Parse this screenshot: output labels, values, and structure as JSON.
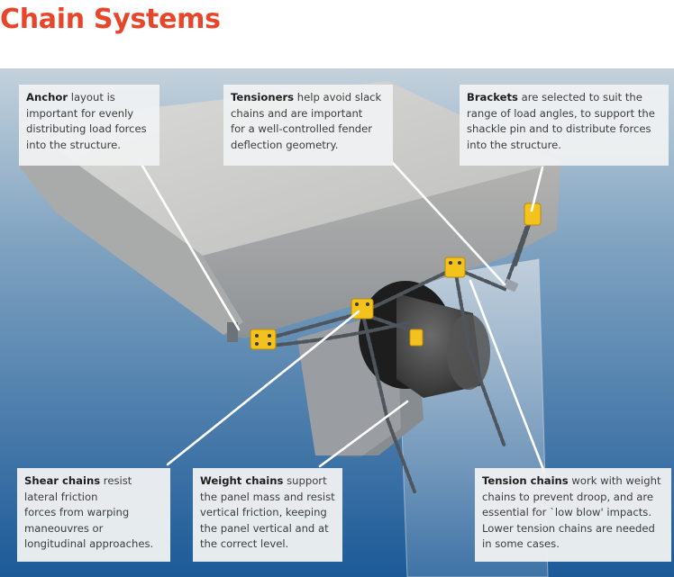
{
  "title": "Chain Systems",
  "colors": {
    "title": "#e8462a",
    "background_top": "#b9cad6",
    "background_bottom": "#1f5f9c",
    "concrete": "#c7c7c5",
    "bracket": "#f4c21c",
    "chain": "#5a5f66",
    "leader": "#ffffff"
  },
  "callouts": {
    "anchor": {
      "bold": "Anchor",
      "lines": [
        " layout is",
        "important for evenly",
        "distributing load forces",
        "into the structure."
      ]
    },
    "tensioners": {
      "bold": "Tensioners",
      "lines": [
        " help avoid slack",
        "chains and are important",
        "for a well-controlled fender",
        "deflection geometry."
      ]
    },
    "brackets": {
      "bold": "Brackets",
      "lines": [
        " are selected to suit the",
        "range of load angles, to support the",
        "shackle pin and to distribute forces",
        "into the structure."
      ]
    },
    "shear": {
      "bold": "Shear chains",
      "lines": [
        " resist",
        "lateral friction",
        "forces from warping",
        "maneouvres or",
        "longitudinal approaches."
      ]
    },
    "weight": {
      "bold": "Weight chains",
      "lines": [
        " support",
        "the panel mass and resist",
        "vertical friction, keeping",
        "the panel vertical and at",
        "the correct level."
      ]
    },
    "tension": {
      "bold": "Tension chains",
      "lines": [
        " work with weight",
        "chains to prevent droop, and are",
        "essential for `low blow' impacts.",
        "Lower tension chains are needed",
        "in some cases."
      ]
    }
  }
}
